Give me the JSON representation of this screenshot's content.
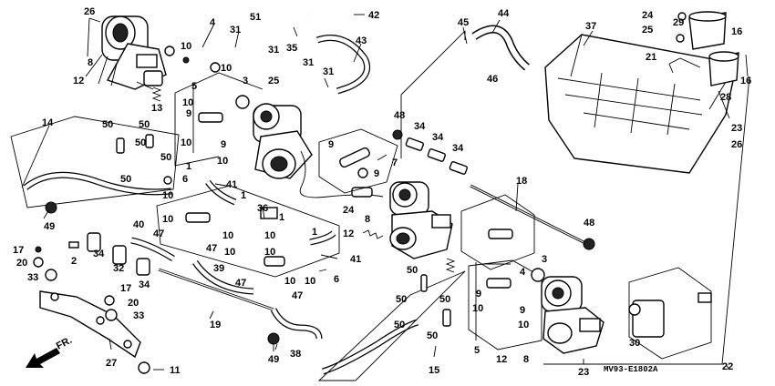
{
  "diagram": {
    "code": "MV93-E1802A",
    "direction_label": "FR.",
    "labels": [
      {
        "id": "l26a",
        "text": "26"
      },
      {
        "id": "l8a",
        "text": "8"
      },
      {
        "id": "l12a",
        "text": "12"
      },
      {
        "id": "l4a",
        "text": "4"
      },
      {
        "id": "l10a",
        "text": "10"
      },
      {
        "id": "l10b",
        "text": "10"
      },
      {
        "id": "l51",
        "text": "51"
      },
      {
        "id": "l31a",
        "text": "31"
      },
      {
        "id": "l31b",
        "text": "31"
      },
      {
        "id": "l35",
        "text": "35"
      },
      {
        "id": "l42",
        "text": "42"
      },
      {
        "id": "l43",
        "text": "43"
      },
      {
        "id": "l31c",
        "text": "31"
      },
      {
        "id": "l31d",
        "text": "31"
      },
      {
        "id": "l45",
        "text": "45"
      },
      {
        "id": "l44",
        "text": "44"
      },
      {
        "id": "l46",
        "text": "46"
      },
      {
        "id": "l37",
        "text": "37"
      },
      {
        "id": "l24a",
        "text": "24"
      },
      {
        "id": "l25a",
        "text": "25"
      },
      {
        "id": "l29",
        "text": "29"
      },
      {
        "id": "l16a",
        "text": "16"
      },
      {
        "id": "l21",
        "text": "21"
      },
      {
        "id": "l16b",
        "text": "16"
      },
      {
        "id": "l28",
        "text": "28"
      },
      {
        "id": "l23a",
        "text": "23"
      },
      {
        "id": "l26b",
        "text": "26"
      },
      {
        "id": "l13",
        "text": "13"
      },
      {
        "id": "l3a",
        "text": "3"
      },
      {
        "id": "l25b",
        "text": "25"
      },
      {
        "id": "l5a",
        "text": "5"
      },
      {
        "id": "l10c",
        "text": "10"
      },
      {
        "id": "l9a",
        "text": "9"
      },
      {
        "id": "l10d",
        "text": "10"
      },
      {
        "id": "l9b",
        "text": "9"
      },
      {
        "id": "l10e",
        "text": "10"
      },
      {
        "id": "l1a",
        "text": "1"
      },
      {
        "id": "l14",
        "text": "14"
      },
      {
        "id": "l50a",
        "text": "50"
      },
      {
        "id": "l50b",
        "text": "50"
      },
      {
        "id": "l50c",
        "text": "50"
      },
      {
        "id": "l50d",
        "text": "50"
      },
      {
        "id": "l50e",
        "text": "50"
      },
      {
        "id": "l48a",
        "text": "48"
      },
      {
        "id": "l34a",
        "text": "34"
      },
      {
        "id": "l34b",
        "text": "34"
      },
      {
        "id": "l34c",
        "text": "34"
      },
      {
        "id": "l9c",
        "text": "9"
      },
      {
        "id": "l9d",
        "text": "9"
      },
      {
        "id": "l7",
        "text": "7"
      },
      {
        "id": "l6a",
        "text": "6"
      },
      {
        "id": "l41a",
        "text": "41"
      },
      {
        "id": "l10f",
        "text": "10"
      },
      {
        "id": "l10g",
        "text": "10"
      },
      {
        "id": "l36",
        "text": "36"
      },
      {
        "id": "l1b",
        "text": "1"
      },
      {
        "id": "l1c",
        "text": "1"
      },
      {
        "id": "l24b",
        "text": "24"
      },
      {
        "id": "l8b",
        "text": "8"
      },
      {
        "id": "l12b",
        "text": "12"
      },
      {
        "id": "l18",
        "text": "18"
      },
      {
        "id": "l49a",
        "text": "49"
      },
      {
        "id": "l40",
        "text": "40"
      },
      {
        "id": "l47a",
        "text": "47"
      },
      {
        "id": "l47b",
        "text": "47"
      },
      {
        "id": "l10h",
        "text": "10"
      },
      {
        "id": "l10i",
        "text": "10"
      },
      {
        "id": "l10j",
        "text": "10"
      },
      {
        "id": "l10k",
        "text": "10"
      },
      {
        "id": "l1d",
        "text": "1"
      },
      {
        "id": "l41b",
        "text": "41"
      },
      {
        "id": "l10l",
        "text": "10"
      },
      {
        "id": "l10m",
        "text": "10"
      },
      {
        "id": "l48b",
        "text": "48"
      },
      {
        "id": "l3b",
        "text": "3"
      },
      {
        "id": "l4b",
        "text": "4"
      },
      {
        "id": "l17a",
        "text": "17"
      },
      {
        "id": "l20a",
        "text": "20"
      },
      {
        "id": "l33a",
        "text": "33"
      },
      {
        "id": "l2",
        "text": "2"
      },
      {
        "id": "l34d",
        "text": "34"
      },
      {
        "id": "l32",
        "text": "32"
      },
      {
        "id": "l34e",
        "text": "34"
      },
      {
        "id": "l39",
        "text": "39"
      },
      {
        "id": "l47c",
        "text": "47"
      },
      {
        "id": "l47d",
        "text": "47"
      },
      {
        "id": "l6b",
        "text": "6"
      },
      {
        "id": "l17b",
        "text": "17"
      },
      {
        "id": "l20b",
        "text": "20"
      },
      {
        "id": "l33b",
        "text": "33"
      },
      {
        "id": "l50f",
        "text": "50"
      },
      {
        "id": "l50g",
        "text": "50"
      },
      {
        "id": "l50h",
        "text": "50"
      },
      {
        "id": "l50i",
        "text": "50"
      },
      {
        "id": "l50j",
        "text": "50"
      },
      {
        "id": "l9e",
        "text": "9"
      },
      {
        "id": "l10n",
        "text": "10"
      },
      {
        "id": "l9f",
        "text": "9"
      },
      {
        "id": "l10o",
        "text": "10"
      },
      {
        "id": "l5b",
        "text": "5"
      },
      {
        "id": "l12c",
        "text": "12"
      },
      {
        "id": "l8c",
        "text": "8"
      },
      {
        "id": "l30",
        "text": "30"
      },
      {
        "id": "l49b",
        "text": "49"
      },
      {
        "id": "l38",
        "text": "38"
      },
      {
        "id": "l19",
        "text": "19"
      },
      {
        "id": "l27",
        "text": "27"
      },
      {
        "id": "l11",
        "text": "11"
      },
      {
        "id": "l15",
        "text": "15"
      },
      {
        "id": "l23b",
        "text": "23"
      },
      {
        "id": "l22",
        "text": "22"
      }
    ]
  }
}
